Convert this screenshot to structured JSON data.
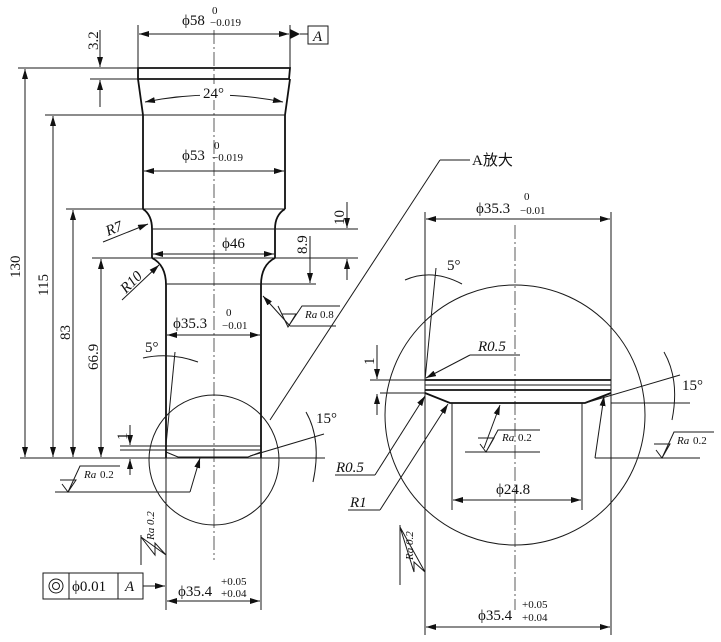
{
  "main_view": {
    "d58": {
      "base": "ϕ58",
      "upper": "0",
      "lower": "−0.019"
    },
    "datum_a": "A",
    "d32": "3.2",
    "angle24": "24°",
    "d53": {
      "base": "ϕ53",
      "upper": "0",
      "lower": "−0.019"
    },
    "r7": "R7",
    "d46": "ϕ46",
    "d10": "10",
    "d89": "8.9",
    "r10": "R10",
    "ra08": {
      "ra": "Ra",
      "val": "0.8"
    },
    "d353": {
      "base": "ϕ35.3",
      "upper": "0",
      "lower": "−0.01"
    },
    "angle5": "5°",
    "angle15": "15°",
    "d1": "1",
    "ra02_bottom": {
      "ra": "Ra",
      "val": "0.2"
    },
    "ra02_side": "Ra 0.2",
    "d130": "130",
    "d115": "115",
    "d83": "83",
    "d669": "66.9",
    "tolerance_frame": {
      "value": "ϕ0.01",
      "datum": "A"
    },
    "d354": {
      "base": "ϕ35.4",
      "upper": "+0.05",
      "lower": "+0.04"
    }
  },
  "detail_view": {
    "title": "A放大",
    "d353": {
      "base": "ϕ35.3",
      "upper": "0",
      "lower": "−0.01"
    },
    "angle5": "5°",
    "r05_top": "R0.5",
    "d1": "1",
    "angle15": "15°",
    "ra02_center": {
      "ra": "Ra",
      "val": "0.2"
    },
    "ra02_right": {
      "ra": "Ra",
      "val": "0.2"
    },
    "r05_left": "R0.5",
    "r1": "R1",
    "d248": "ϕ24.8",
    "ra02_side": "Ra 0.2",
    "d354": {
      "base": "ϕ35.4",
      "upper": "+0.05",
      "lower": "+0.04"
    }
  }
}
